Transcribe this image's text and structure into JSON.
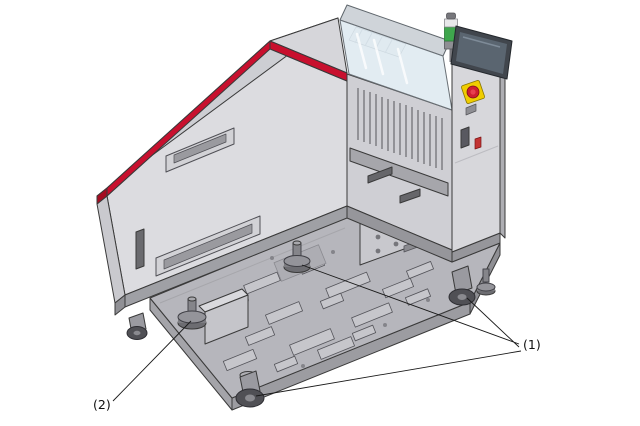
{
  "diagram": {
    "alt": "Isometric technical line drawing of a placement machine on a base frame, with callouts pointing to casters and leveling feet",
    "background": "#ffffff",
    "callouts": {
      "one": {
        "label": "(1)"
      },
      "two": {
        "label": "(2)"
      }
    },
    "palette": {
      "outline": "#3a3a3a",
      "panel_light": "#dcdce0",
      "panel_shadow": "#c9c9ce",
      "deck_gray": "#b6b6bc",
      "accent_red": "#c8102e",
      "hood_glass_blue": "#dbe7ef",
      "lamp_green": "#3fa64d",
      "estop_yellow": "#f0cd00",
      "estop_red": "#cf1f2f",
      "wheel_dark": "#505055",
      "screen_gray": "#5a6570"
    }
  }
}
